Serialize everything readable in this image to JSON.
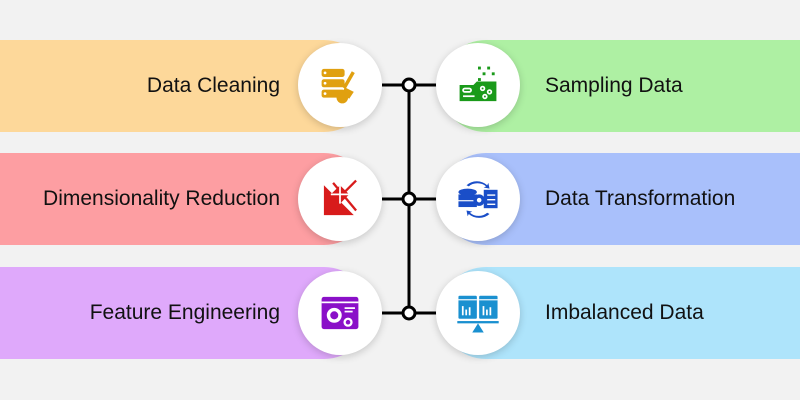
{
  "left_items": [
    {
      "label": "Data Cleaning",
      "color": "#fdd89a",
      "icon": "server-broom-icon",
      "icon_color": "#e0a010"
    },
    {
      "label": "Dimensionality Reduction",
      "color": "#fd9ea2",
      "icon": "triangle-arrows-icon",
      "icon_color": "#d81b1b"
    },
    {
      "label": "Feature Engineering",
      "color": "#dfa9fb",
      "icon": "window-gears-icon",
      "icon_color": "#8a10c8"
    }
  ],
  "right_items": [
    {
      "label": "Sampling Data",
      "color": "#aef0a3",
      "icon": "data-sampling-icon",
      "icon_color": "#1a9a1a"
    },
    {
      "label": "Data Transformation",
      "color": "#a9c0fb",
      "icon": "database-gear-icon",
      "icon_color": "#1a4ec8"
    },
    {
      "label": "Imbalanced Data",
      "color": "#aee4fb",
      "icon": "balance-charts-icon",
      "icon_color": "#1a90d0"
    }
  ]
}
